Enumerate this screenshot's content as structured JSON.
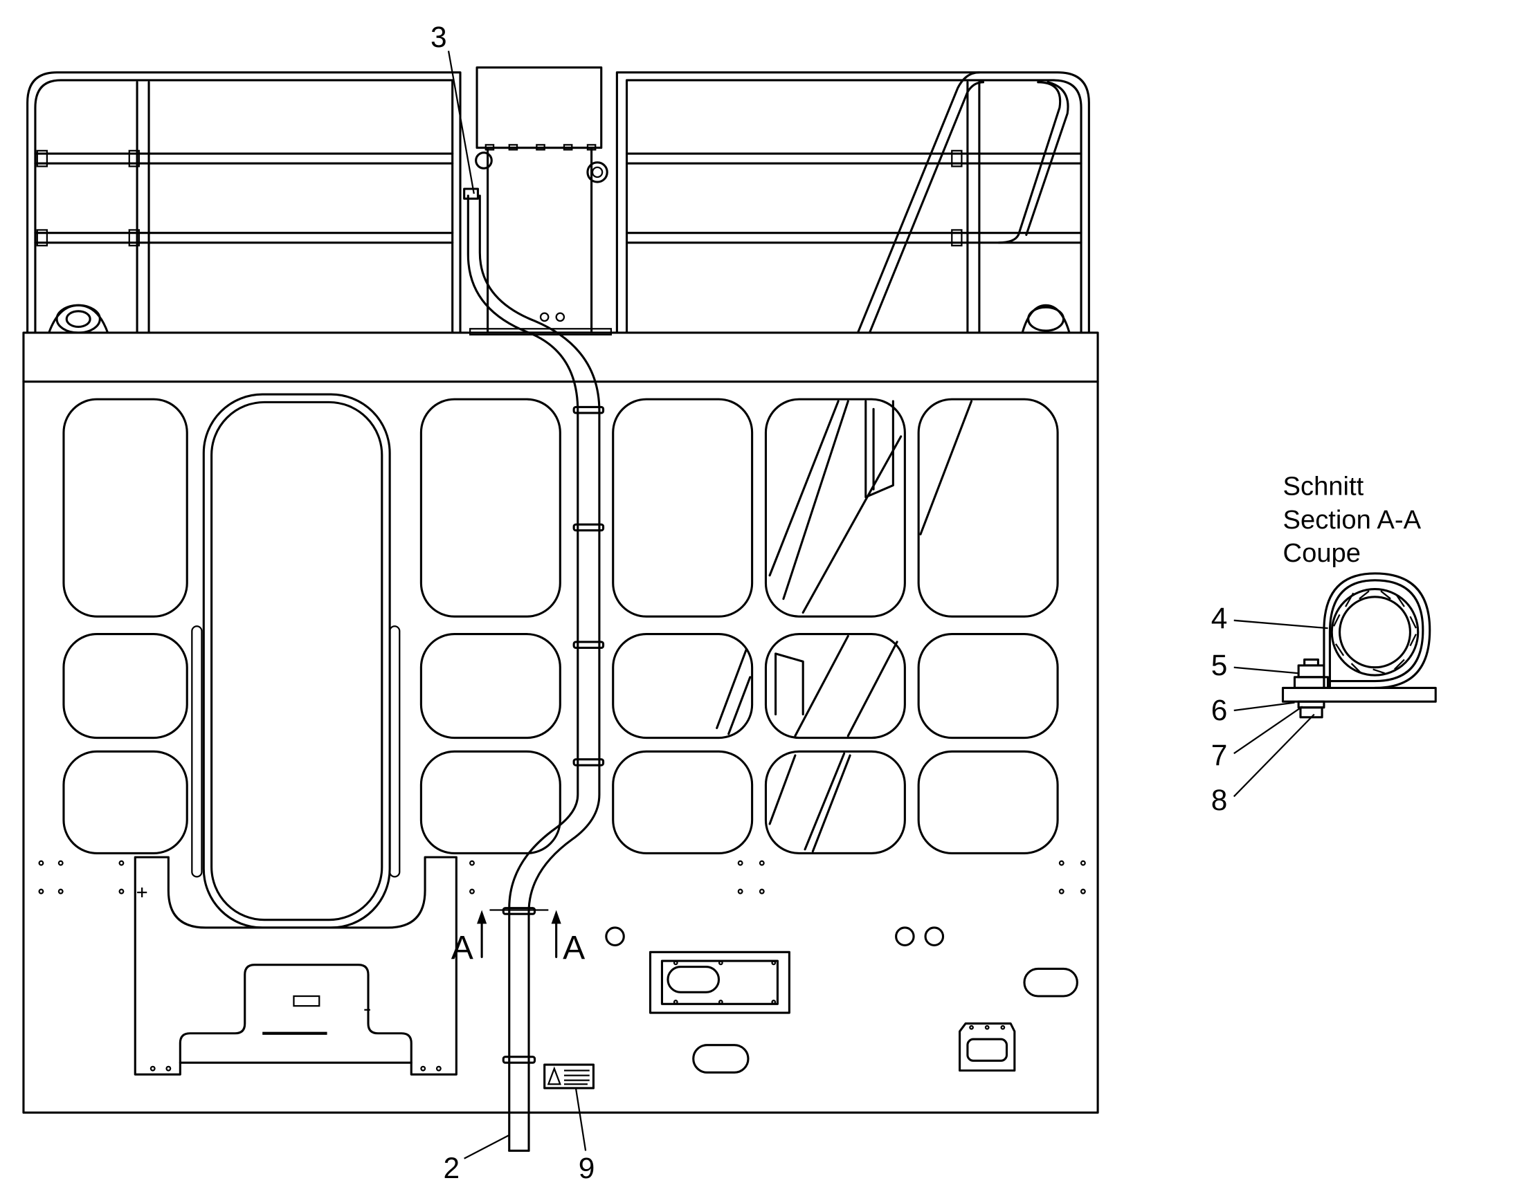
{
  "callouts": {
    "c2": "2",
    "c3": "3",
    "c4": "4",
    "c5": "5",
    "c6": "6",
    "c7": "7",
    "c8": "8",
    "c9": "9"
  },
  "section_marker": {
    "left": "A",
    "right": "A"
  },
  "section_title": {
    "line1": "Schnitt",
    "line2": "Section  A-A",
    "line3": "Coupe"
  }
}
